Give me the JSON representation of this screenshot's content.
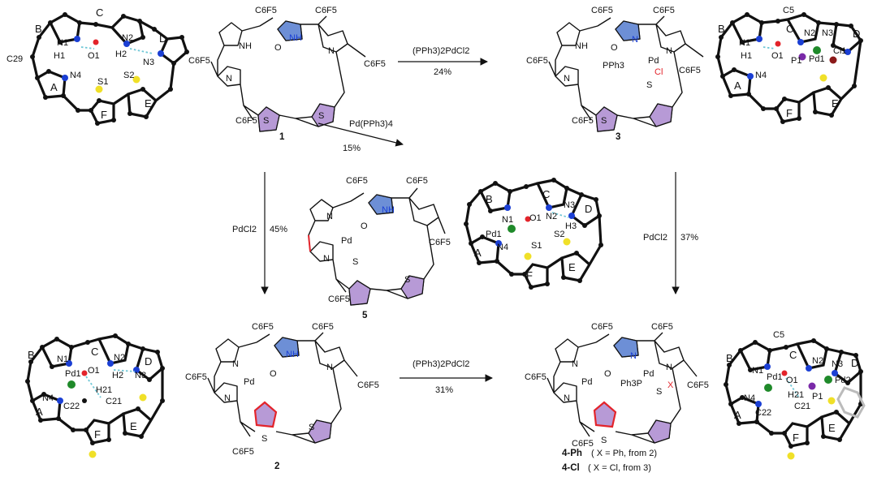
{
  "colors": {
    "bond": "#111111",
    "pyrrolinone": "#6d8fd6",
    "thiophene": "#b79ad6",
    "inverted_thiophene": "#e3242b",
    "nitrogen": "#1b3fd4",
    "oxygen": "#e3242b",
    "sulfur": "#f0e028",
    "palladium": "#1f8a2a",
    "phosphorus": "#7a2aa8",
    "chlorine": "#8b1a1a",
    "hbond": "#6fc7d6"
  },
  "substituent": "C6F5",
  "compounds": {
    "c1": "1",
    "c2": "2",
    "c3": "3",
    "c4": "4-Ph",
    "c4_note": "( X = Ph, from 2)",
    "c4b": "4-Cl",
    "c4b_note": "( X = Cl, from 3)",
    "c5": "5"
  },
  "reactions": {
    "r1_reagent": "(PPh3)2PdCl2",
    "r1_yield": "24%",
    "r2_reagent": "Pd(PPh3)4",
    "r2_yield": "15%",
    "r3_reagent": "PdCl2",
    "r3_yield": "45%",
    "r4_reagent": "PdCl2",
    "r4_yield": "37%",
    "r5_reagent": "(PPh3)2PdCl2",
    "r5_yield": "31%"
  },
  "atom_labels": {
    "NH": "NH",
    "N": "N",
    "O": "O",
    "S": "S",
    "Pd": "Pd",
    "Cl": "Cl",
    "X": "X",
    "PPh3": "PPh3",
    "Ph3P": "Ph3P"
  },
  "crystal_labels": {
    "rings": [
      "A",
      "B",
      "C",
      "D",
      "E",
      "F"
    ],
    "N1": "N1",
    "N2": "N2",
    "N3": "N3",
    "N4": "N4",
    "H1": "H1",
    "H2": "H2",
    "H3": "H3",
    "H21": "H21",
    "O1": "O1",
    "S1": "S1",
    "S2": "S2",
    "C5": "C5",
    "C21": "C21",
    "C22": "C22",
    "C29": "C29",
    "Pd1": "Pd1",
    "Pd2": "Pd2",
    "P1": "P1",
    "Cl1": "Cl1"
  }
}
